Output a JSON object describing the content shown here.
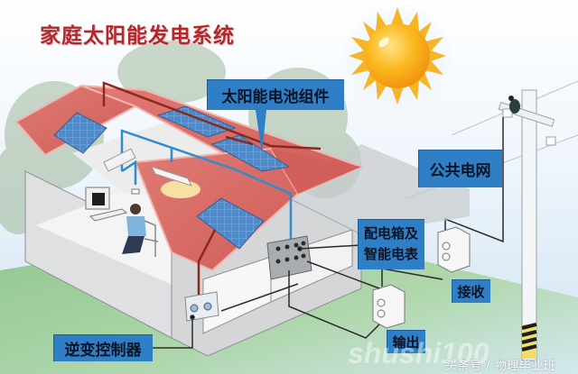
{
  "title": "家庭太阳能发电系统",
  "labels": {
    "solar_panels": "太阳能电池组件",
    "public_grid": "公共电网",
    "distribution_box_line1": "配电箱及",
    "distribution_box_line2": "智能电表",
    "receive": "接收",
    "output": "输出",
    "inverter_controller": "逆变控制器"
  },
  "watermark": {
    "brand": "shushi100",
    "credit": "头条号 / 物理毕业班"
  },
  "colors": {
    "title": "#b3282d",
    "label_bg": "#2f7fc6",
    "roof": "#d96a66",
    "roof_edge": "#f0a9a2",
    "wall": "#d9dadb",
    "panel": "#4a86c8",
    "dc_wire": "#8a2a1e",
    "ac_wire": "#2f8ccf",
    "grid_wire": "#2b2b2b",
    "sun": "#f7b21f",
    "ground": "#8fc58a",
    "sky": "#dcebf6"
  }
}
